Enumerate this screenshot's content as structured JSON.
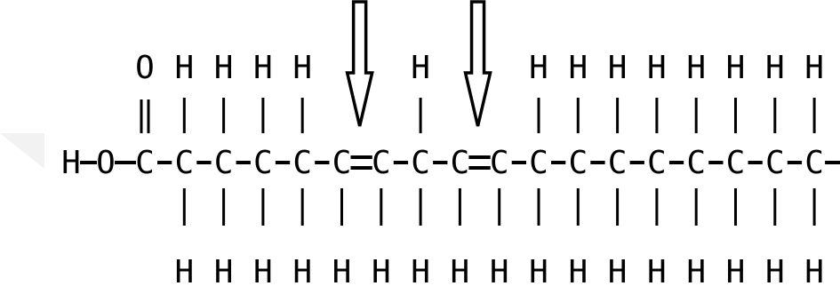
{
  "molecule": {
    "head_atoms": [
      "H",
      "O"
    ],
    "carbonyl_oxygen": "O",
    "chain_carbon": "C",
    "terminal_atom": "H",
    "hydrogen": "H",
    "chain_length": 18,
    "double_bonds": [
      {
        "between": [
          5,
          6
        ]
      },
      {
        "between": [
          8,
          9
        ]
      }
    ],
    "top_hydrogens": [
      false,
      true,
      true,
      true,
      true,
      false,
      false,
      true,
      false,
      false,
      true,
      true,
      true,
      true,
      true,
      true,
      true,
      true
    ],
    "bottom_hydrogens": [
      false,
      true,
      true,
      true,
      true,
      true,
      true,
      true,
      true,
      true,
      true,
      true,
      true,
      true,
      true,
      true,
      true,
      true
    ]
  },
  "annotations": {
    "arrows": [
      {
        "points_to_double_bond": 0
      },
      {
        "points_to_double_bond": 1
      }
    ],
    "arrow_icon": "down-arrow-icon"
  },
  "colors": {
    "ink": "#000000",
    "background": "#ffffff",
    "watermark": "#f2f2f2"
  }
}
